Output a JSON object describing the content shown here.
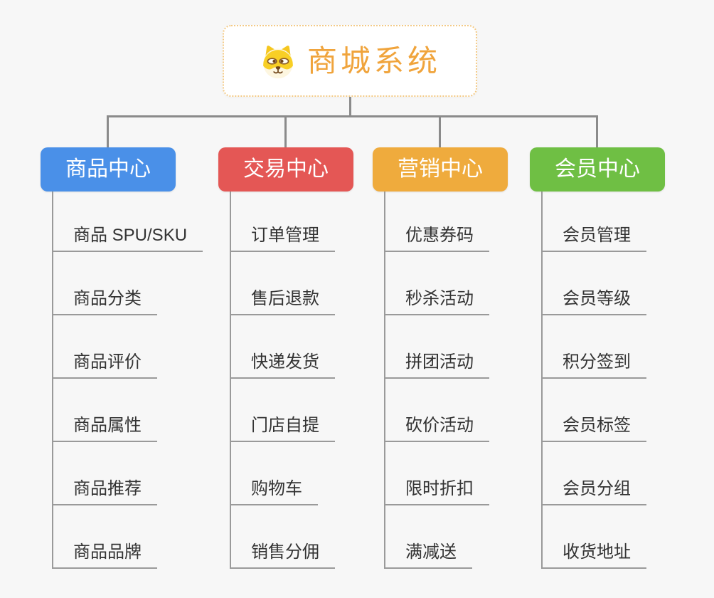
{
  "root": {
    "title": "商城系统",
    "icon": "dog-face-icon",
    "title_color": "#f0a43c",
    "border_color": "#f3ca86"
  },
  "branches": [
    {
      "label": "商品中心",
      "color": "#4a90e8",
      "items": [
        "商品 SPU/SKU",
        "商品分类",
        "商品评价",
        "商品属性",
        "商品推荐",
        "商品品牌"
      ]
    },
    {
      "label": "交易中心",
      "color": "#e45755",
      "items": [
        "订单管理",
        "售后退款",
        "快递发货",
        "门店自提",
        "购物车",
        "销售分佣"
      ]
    },
    {
      "label": "营销中心",
      "color": "#efab3d",
      "items": [
        "优惠券码",
        "秒杀活动",
        "拼团活动",
        "砍价活动",
        "限时折扣",
        "满减送"
      ]
    },
    {
      "label": "会员中心",
      "color": "#6fbf44",
      "items": [
        "会员管理",
        "会员等级",
        "积分签到",
        "会员标签",
        "会员分组",
        "收货地址"
      ]
    }
  ],
  "colors": {
    "background": "#f7f7f7",
    "connector": "#8b8b8b",
    "item_line": "#9a9a9a",
    "item_text": "#333333"
  }
}
